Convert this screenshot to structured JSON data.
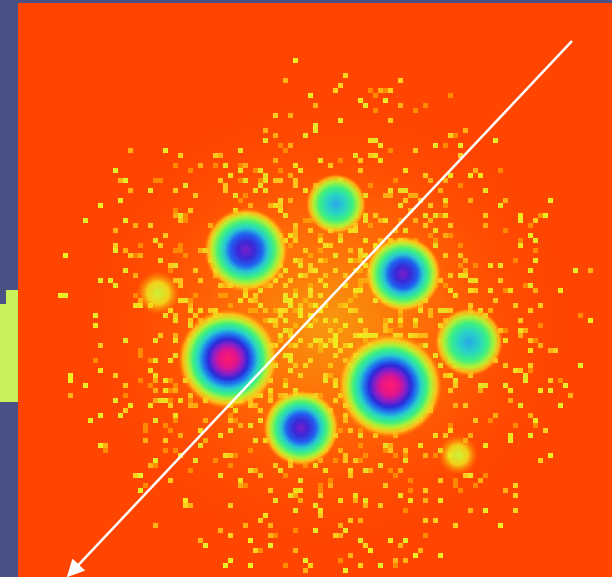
{
  "image": {
    "kind": "false-color intensity map",
    "colormap": [
      "#ff4500",
      "#ff8c00",
      "#ffd21e",
      "#f0f01e",
      "#9ef03c",
      "#32e678",
      "#28d2c8",
      "#1e8cf0",
      "#2828d2",
      "#781ebe",
      "#dc14a0",
      "#f01478"
    ],
    "background_color": "#ff4500",
    "frame_color": "#4a5285",
    "side_tab_color": "#c8f05a",
    "arrow_color": "#ffffff",
    "peak_count": 9,
    "peaks": [
      {
        "id": "peak-top",
        "level": 0.62
      },
      {
        "id": "peak-upper-left",
        "level": 0.85
      },
      {
        "id": "peak-upper-right",
        "level": 0.82
      },
      {
        "id": "peak-faint-left",
        "level": 0.3
      },
      {
        "id": "peak-right",
        "level": 0.68
      },
      {
        "id": "peak-left-large",
        "level": 1.0
      },
      {
        "id": "peak-center-large",
        "level": 1.0
      },
      {
        "id": "peak-lower",
        "level": 0.8
      },
      {
        "id": "peak-faint-lower-right",
        "level": 0.25
      }
    ]
  }
}
